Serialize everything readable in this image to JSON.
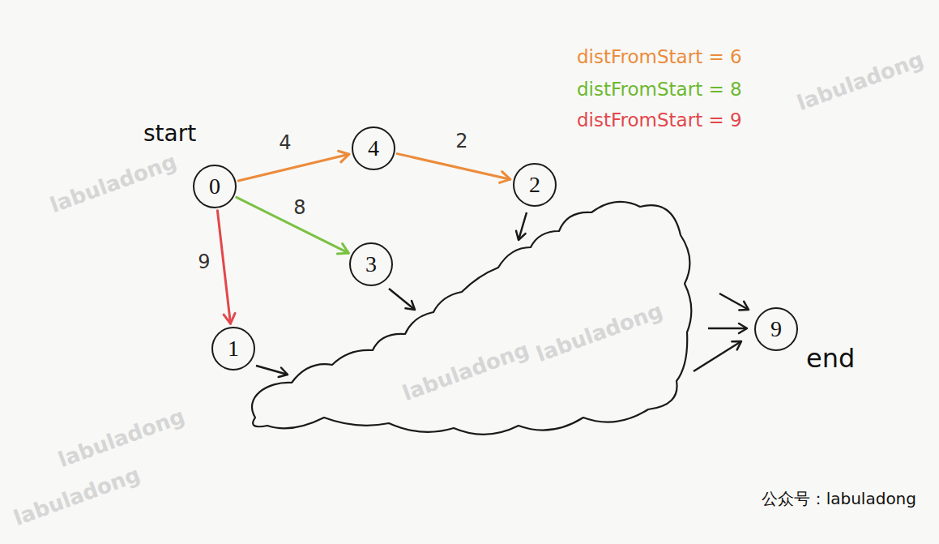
{
  "diagram": {
    "nodes": [
      {
        "text": [
          "start",
          "0"
        ]
      },
      {
        "text": [
          "4"
        ]
      },
      {
        "text": [
          "2"
        ]
      },
      {
        "text": [
          "3"
        ]
      },
      {
        "text": [
          "1"
        ]
      },
      {
        "text": [
          "9",
          "end"
        ]
      }
    ],
    "edges": [
      {
        "from": 0,
        "to": 1,
        "arrow": "to",
        "label": "4"
      },
      {
        "from": 1,
        "to": 2,
        "arrow": "to",
        "label": "2"
      },
      {
        "from": 0,
        "to": 3,
        "arrow": "to",
        "label": "8"
      },
      {
        "from": 0,
        "to": 4,
        "arrow": "to",
        "label": "9"
      }
    ],
    "labels": [
      "distFromStart = 6",
      "distFromStart = 8",
      "distFromStart = 9",
      "labuladong",
      "labuladong",
      "labuladong",
      "labuladong",
      "labuladong",
      "labuladong",
      "公众号：labuladong"
    ]
  }
}
